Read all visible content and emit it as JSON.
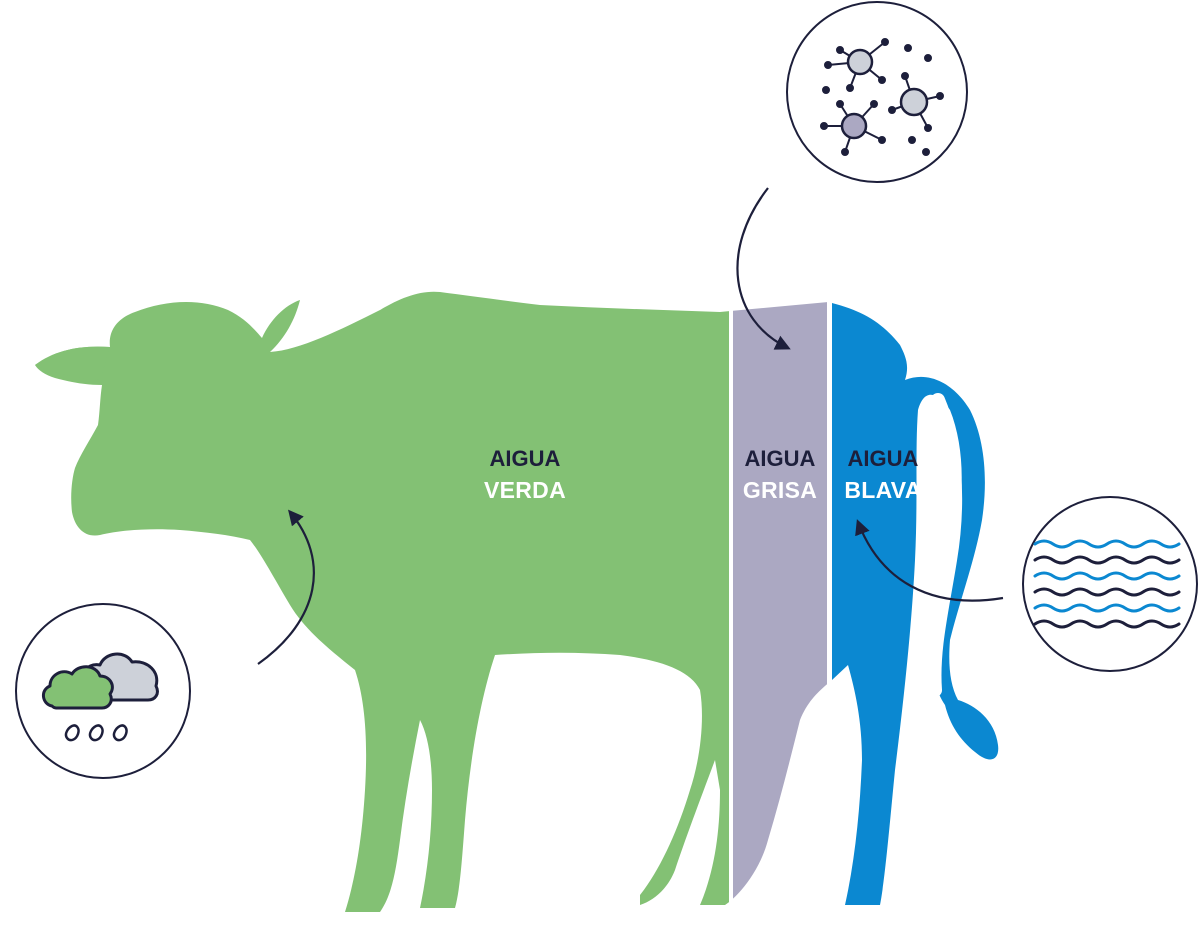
{
  "colors": {
    "green": "#83c174",
    "grey": "#aba8c2",
    "blue": "#0b88d1",
    "navy": "#1d1f3b",
    "light_grey": "#cdd1d9"
  },
  "sections": [
    {
      "id": "green",
      "word": "AIGUA",
      "name": "VERDA"
    },
    {
      "id": "grey",
      "word": "AIGUA",
      "name": "GRISA"
    },
    {
      "id": "blue",
      "word": "AIGUA",
      "name": "BLAVA"
    }
  ],
  "icons": {
    "green": "rain-clouds-icon",
    "grey": "pollution-particles-icon",
    "blue": "water-waves-icon"
  }
}
